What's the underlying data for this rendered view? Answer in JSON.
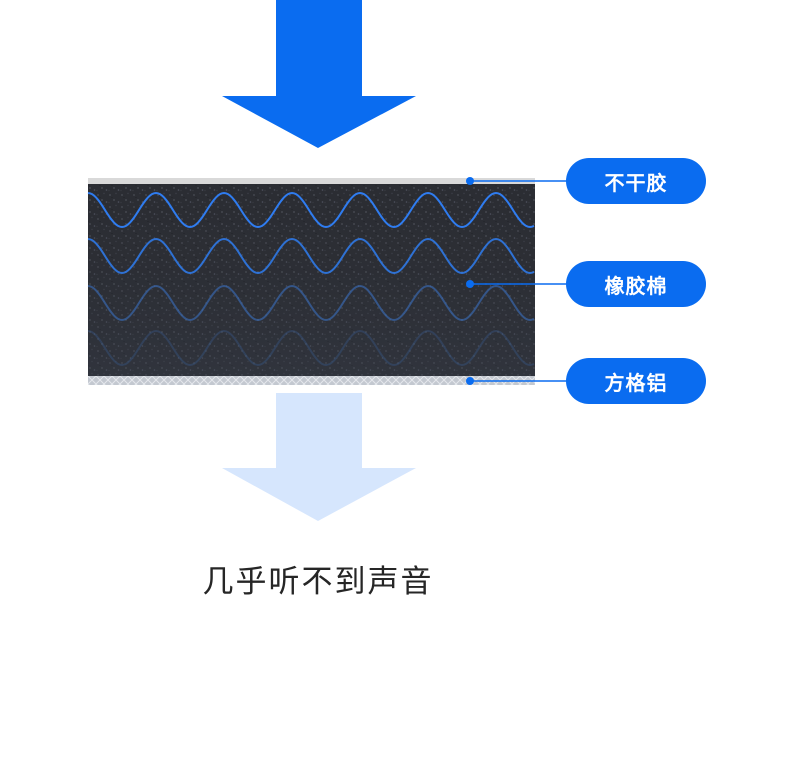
{
  "labels": {
    "adhesive": "不干胶",
    "foam": "橡胶棉",
    "aluminum": "方格铝"
  },
  "caption": "几乎听不到声音",
  "colors": {
    "accent_blue": "#0a6cf0",
    "faded_blue": "#d6e6fd",
    "foam_dark": "#2b2d33",
    "wave_blue": "#2f7cf0",
    "adhesive_gray": "#d9d9d9",
    "aluminum_silver": "#c7ccd3",
    "caption_text": "#262626"
  },
  "icons": {
    "incoming_arrow": "arrow-down-icon",
    "outgoing_arrow": "arrow-down-faded-icon"
  }
}
